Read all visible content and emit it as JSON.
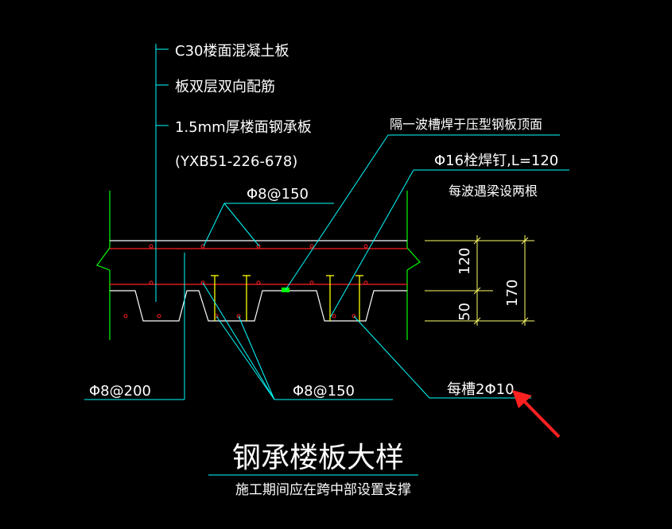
{
  "colors": {
    "background": "#000000",
    "leader": "#00ffff",
    "beam": "#00ff00",
    "rebar": "#ff0000",
    "deck": "#ffffff",
    "stud": "#ffff00",
    "dimension": "#ffff66",
    "dimension_text": "#ffffff",
    "weld": "#00ff00",
    "arrow": "#ff2020"
  },
  "labels": {
    "concrete": "C30楼面混凝土板",
    "bidirectional": "板双层双向配筋",
    "deck": "1.5mm厚楼面钢承板",
    "deck_model": "(YXB51-226-678)",
    "top_bar": "Φ8@150",
    "weld_note": "隔一波槽焊于压型钢板顶面",
    "stud": "Φ16栓焊钉,L=120",
    "stud_note": "每波遇梁设两根",
    "left_bar": "Φ8@200",
    "bottom_bar": "Φ8@150",
    "trough_bar": "每槽2Φ10"
  },
  "dimensions": {
    "upper": "120",
    "lower": "50",
    "total": "170"
  },
  "title": {
    "main": "钢承楼板大样",
    "note": "施工期间应在跨中部设置支撑"
  },
  "icons": {
    "annotation_arrow": "arrow-icon"
  }
}
